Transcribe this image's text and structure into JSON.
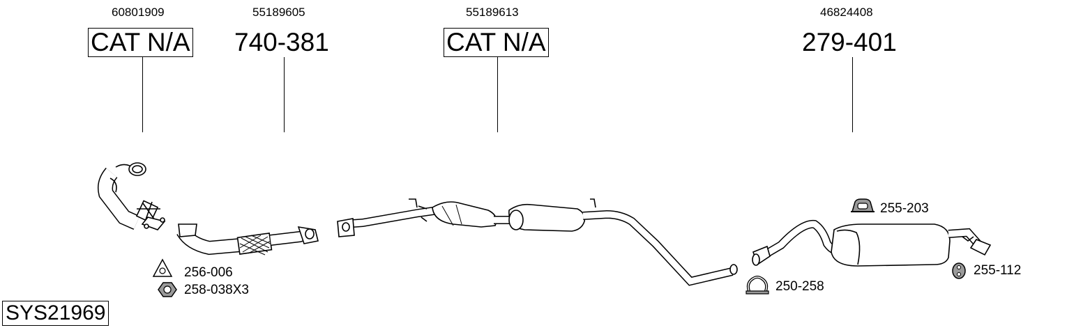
{
  "system_code": "SYS21969",
  "parts": [
    {
      "oe_number": "60801909",
      "part_number": "CAT N/A",
      "boxed": true
    },
    {
      "oe_number": "55189605",
      "part_number": "740-381",
      "boxed": false
    },
    {
      "oe_number": "55189613",
      "part_number": "CAT N/A",
      "boxed": true
    },
    {
      "oe_number": "46824408",
      "part_number": "279-401",
      "boxed": false
    }
  ],
  "accessories": [
    {
      "code": "256-006",
      "icon": "gasket-triangle-icon"
    },
    {
      "code": "258-038X3",
      "icon": "nut-icon"
    },
    {
      "code": "250-258",
      "icon": "clamp-icon"
    },
    {
      "code": "255-203",
      "icon": "rubber-mount-icon"
    },
    {
      "code": "255-112",
      "icon": "rubber-ring-icon"
    }
  ],
  "colors": {
    "line": "#000000",
    "fill": "#ffffff",
    "shade": "#9a9a9a"
  }
}
